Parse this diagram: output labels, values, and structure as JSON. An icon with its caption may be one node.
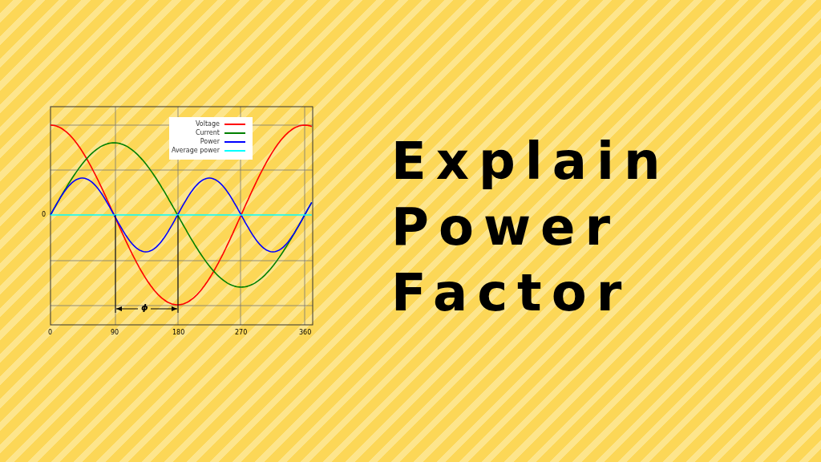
{
  "diagram": {
    "title": "Explain Power Factor",
    "labels": [
      "0",
      "0",
      "90",
      "180",
      "270",
      "360",
      "ϕ"
    ],
    "legend": [
      {
        "text": "Voltage"
      },
      {
        "text": "Current"
      },
      {
        "text": "Power"
      },
      {
        "text": "Average power"
      }
    ]
  }
}
